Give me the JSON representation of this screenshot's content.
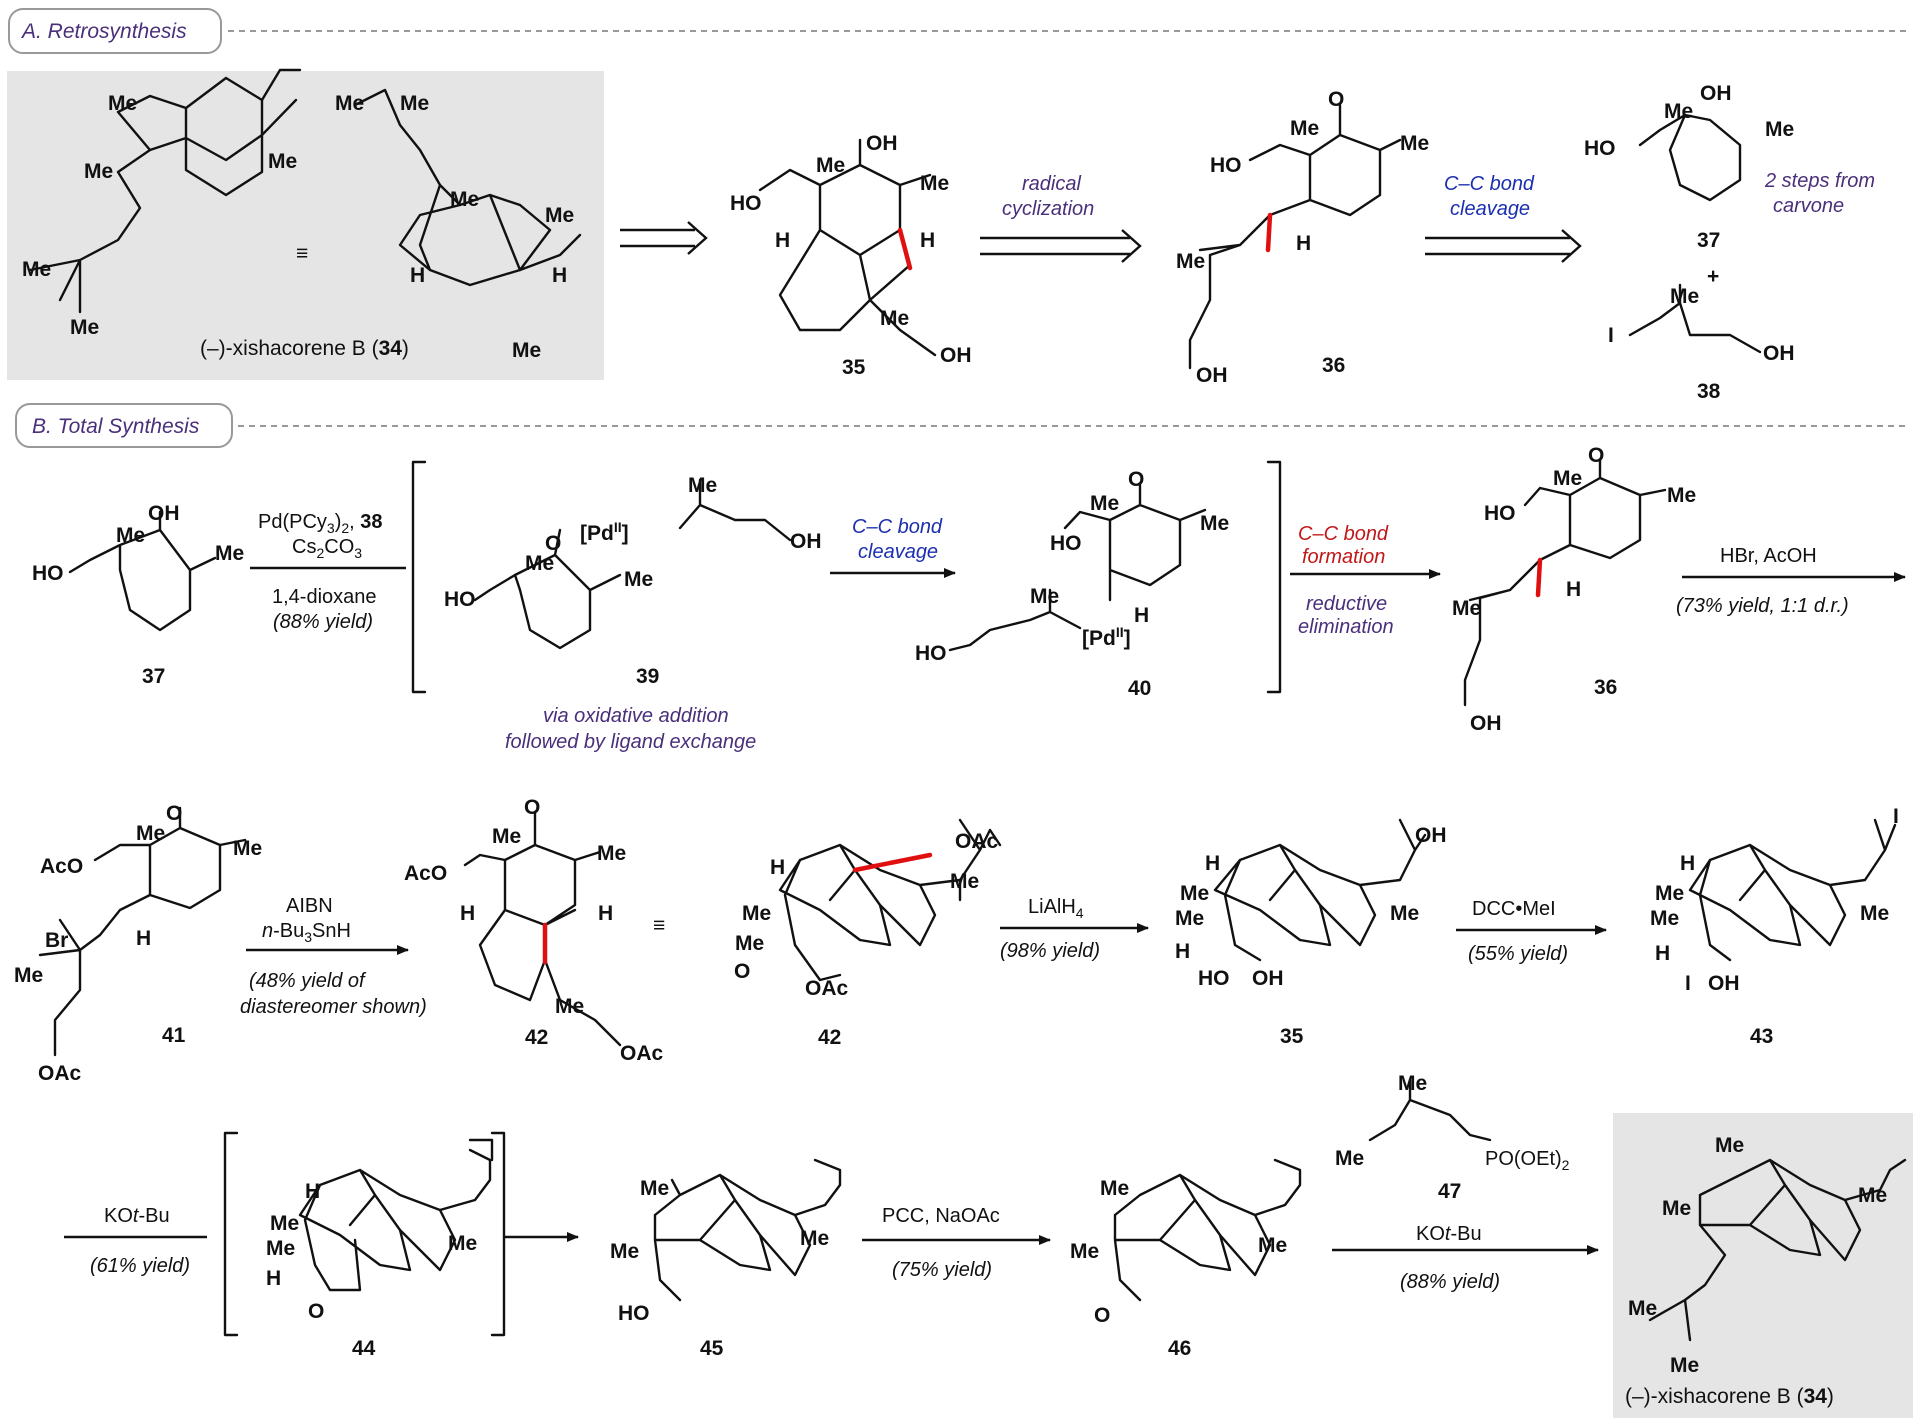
{
  "headers": {
    "section_a": "A. Retrosynthesis",
    "section_b": "B. Total Synthesis"
  },
  "retro": {
    "target_label_prefix": "(–)-xishacorene B (",
    "target_label_number": "34",
    "target_label_suffix": ")",
    "compound_35": "35",
    "compound_36": "36",
    "compound_37": "37",
    "compound_38": "38",
    "step1_line1": "radical",
    "step1_line2": "cyclization",
    "step2_line1": "C–C bond",
    "step2_line2": "cleavage",
    "note_37_line1": "2 steps from",
    "note_37_line2": "carvone",
    "plus": "+"
  },
  "atoms": {
    "me": "Me",
    "oh": "OH",
    "ho": "HO",
    "h": "H",
    "o": "O",
    "i": "I",
    "br": "Br",
    "aco": "AcO",
    "oac": "OAc",
    "pd": "[Pd",
    "pd_ox": "II",
    "pd_close": "]",
    "po": "PO(OEt)",
    "po_sub": "2"
  },
  "synthesis": {
    "r1_cond1_a": "Pd(PCy",
    "r1_cond1_sub": "3",
    "r1_cond1_b": ")",
    "r1_cond1_sub2": "2",
    "r1_cond1_c": ", ",
    "r1_cond1_bold": "38",
    "r1_cond2_a": "Cs",
    "r1_cond2_sub": "2",
    "r1_cond2_b": "CO",
    "r1_cond2_sub2": "3",
    "r1_cond3": "1,4-dioxane",
    "r1_cond4": "(88% yield)",
    "c39": "39",
    "c40": "40",
    "via_line1": "via oxidative addition",
    "via_line2": "followed by ligand exchange",
    "cc_cleave_1": "C–C bond",
    "cc_cleave_2": "cleavage",
    "cc_form_1": "C–C bond",
    "cc_form_2": "formation",
    "red_elim_1": "reductive",
    "red_elim_2": "elimination",
    "c36": "36",
    "hbr_cond": "HBr, AcOH",
    "hbr_yield": "(73% yield, 1:1 d.r.)",
    "c41": "41",
    "aibn": "AIBN",
    "bu3snh_a": "n",
    "bu3snh_b": "-Bu",
    "bu3snh_sub": "3",
    "bu3snh_c": "SnH",
    "radical_yield_1": "(48% yield of",
    "radical_yield_2": "diastereomer shown)",
    "c42a": "42",
    "c42b": "42",
    "lialh4_a": "LiAlH",
    "lialh4_sub": "4",
    "lialh4_yield": "(98% yield)",
    "c35": "35",
    "dcc": "DCC•MeI",
    "dcc_yield": "(55% yield)",
    "c43": "43",
    "kotbu_a": "KO",
    "kotbu_b": "t",
    "kotbu_c": "-Bu",
    "kotbu_yield": "(61% yield)",
    "c44": "44",
    "c45": "45",
    "pcc": "PCC, NaOAc",
    "pcc_yield": "(75% yield)",
    "c46": "46",
    "c47": "47",
    "hwe_yield": "(88% yield)",
    "final_label_prefix": "(–)-xishacorene B (",
    "final_label_number": "34",
    "final_label_suffix": ")"
  },
  "colors": {
    "panel_gray": "#e5e5e5",
    "highlight_bond": "#e01010",
    "purple_text": "#4a2f7a",
    "blue_text": "#1c2fb0",
    "red_text": "#c01818",
    "dashed_rule": "#999999"
  }
}
